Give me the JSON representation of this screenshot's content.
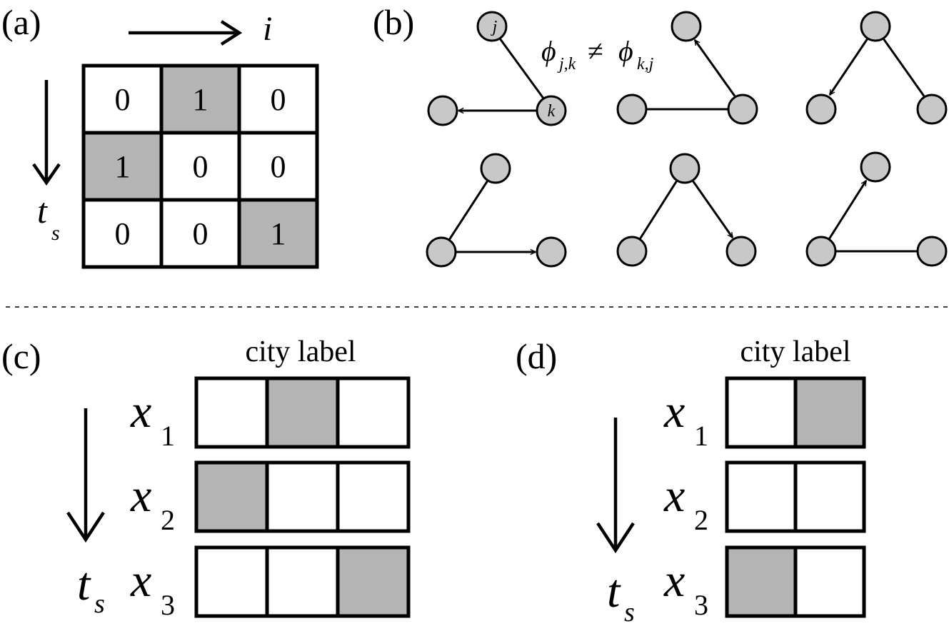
{
  "panels": {
    "a": {
      "label": "(a)",
      "axis_i_label": "i",
      "axis_t_label": "t",
      "axis_t_sub": "s",
      "matrix": [
        [
          0,
          1,
          0
        ],
        [
          1,
          0,
          0
        ],
        [
          0,
          0,
          1
        ]
      ],
      "colors": {
        "filled": "#b4b4b4",
        "empty": "#ffffff"
      }
    },
    "b": {
      "label": "(b)",
      "node_j": "j",
      "node_k": "k",
      "inequality": {
        "phi": "ϕ",
        "sub1": "j,k",
        "neq": "≠",
        "sub2": "k,j"
      },
      "node_color": "#c8c8c8"
    },
    "c": {
      "label": "(c)",
      "header": "city label",
      "t_label": "t",
      "t_sub": "s",
      "rows": [
        {
          "var": "x",
          "sub": "1",
          "cells": [
            0,
            1,
            0
          ]
        },
        {
          "var": "x",
          "sub": "2",
          "cells": [
            1,
            0,
            0
          ]
        },
        {
          "var": "x",
          "sub": "3",
          "cells": [
            0,
            0,
            1
          ]
        }
      ]
    },
    "d": {
      "label": "(d)",
      "header": "city label",
      "t_label": "t",
      "t_sub": "s",
      "rows": [
        {
          "var": "x",
          "sub": "1",
          "cells": [
            0,
            1
          ]
        },
        {
          "var": "x",
          "sub": "2",
          "cells": [
            0,
            0
          ]
        },
        {
          "var": "x",
          "sub": "3",
          "cells": [
            1,
            0
          ]
        }
      ]
    }
  }
}
